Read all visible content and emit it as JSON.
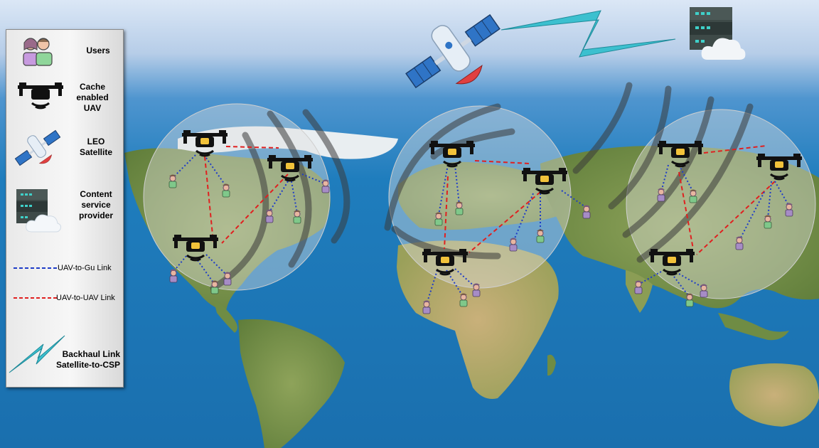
{
  "legend": {
    "users": "Users",
    "cache_uav_1": "Cache",
    "cache_uav_2": "enabled",
    "cache_uav_3": "UAV",
    "leo_1": "LEO",
    "leo_2": "Satellite",
    "csp_1": "Content",
    "csp_2": "service",
    "csp_3": "provider",
    "uav_gu_link": "UAV-to-Gu Link",
    "uav_uav_link": "UAV-to-UAV Link",
    "backhaul_1": "Backhaul Link",
    "backhaul_2": "Satellite-to-CSP"
  },
  "colors": {
    "ocean": "#1f7fbf",
    "land": "#7f9a4e",
    "ice": "#e8ecef",
    "gu_link": "#1e3cc8",
    "uav_link": "#e02020",
    "backhaul": "#3ab7c9",
    "coverage": "#d8d8d8"
  },
  "icons": [
    "users-icon",
    "drone-icon",
    "satellite-icon",
    "server-cloud-icon",
    "backhaul-bolt-icon"
  ]
}
